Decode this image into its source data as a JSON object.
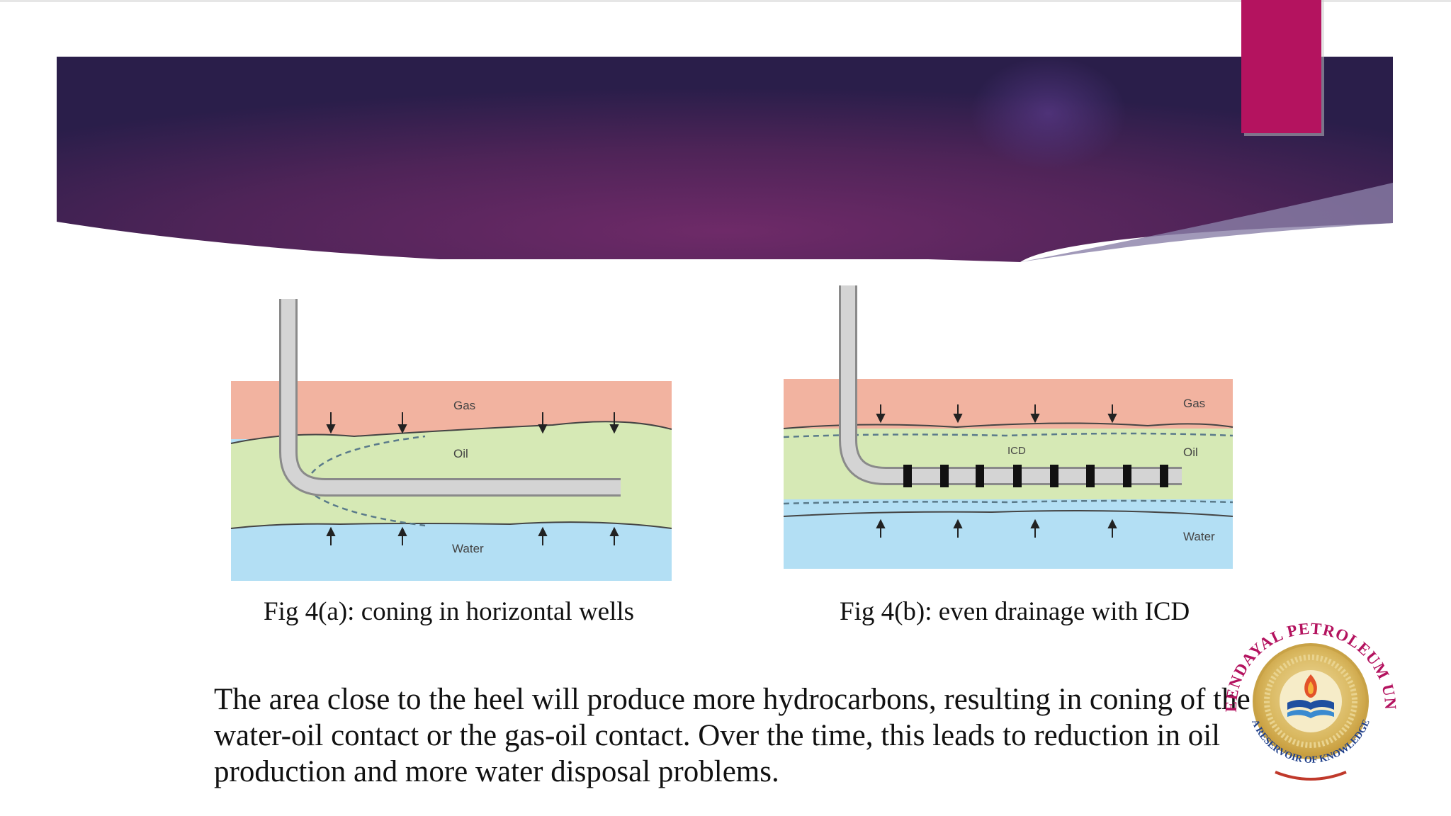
{
  "banner": {
    "colors": {
      "dark": "#2a1e4a",
      "mid": "#6a2a66",
      "accent": "#b4135f"
    }
  },
  "figures": {
    "a": {
      "caption": "Fig 4(a): coning in horizontal wells",
      "labels": {
        "gas": "Gas",
        "oil": "Oil",
        "water": "Water"
      }
    },
    "b": {
      "caption": "Fig 4(b): even drainage with ICD",
      "labels": {
        "gas": "Gas",
        "oil": "Oil",
        "water": "Water",
        "icd": "ICD"
      }
    }
  },
  "body": {
    "text": "The area close to the heel will produce more hydrocarbons, resulting in coning of the water-oil contact or the gas-oil contact. Over the time, this leads to reduction in oil production and more water disposal problems."
  },
  "logo": {
    "top_text": "PANDIT DEENDAYAL PETROLEUM UNIVERSITY",
    "bottom_text": "A RESERVOIR OF KNOWLEDGE",
    "icon": "university-seal"
  }
}
